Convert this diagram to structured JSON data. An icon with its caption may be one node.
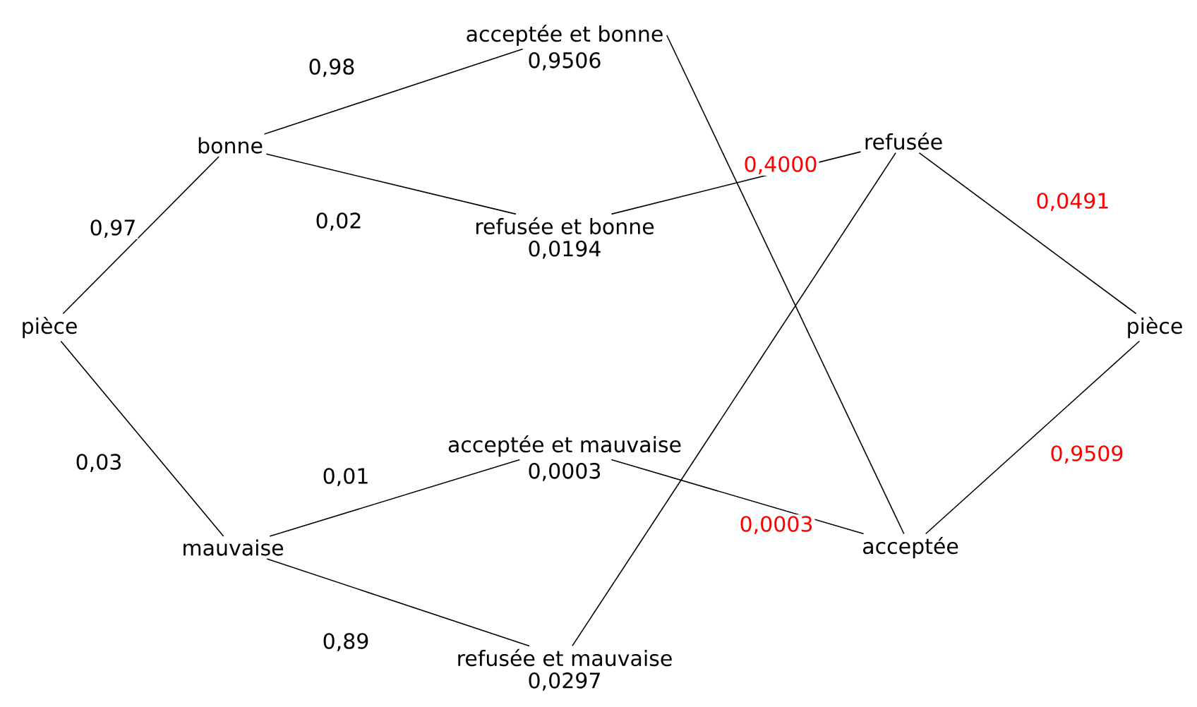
{
  "diagram": {
    "nodes": [
      {
        "text": [
          "pièce"
        ]
      },
      {
        "text": [
          "bonne"
        ]
      },
      {
        "text": [
          "mauvaise"
        ]
      },
      {
        "text": [
          "acceptée et bonne"
        ],
        "beside": [
          "0,9506"
        ]
      },
      {
        "text": [
          "refusée et bonne"
        ],
        "beside": [
          "0,0194"
        ]
      },
      {
        "text": [
          "acceptée et mauvaise"
        ],
        "beside": [
          "0,0003"
        ]
      },
      {
        "text": [
          "refusée et mauvaise"
        ],
        "beside": [
          "0,0297"
        ]
      },
      {
        "text": [
          "refusée"
        ]
      },
      {
        "text": [
          "acceptée"
        ]
      },
      {
        "text": [
          "pièce"
        ]
      }
    ],
    "edges": [
      {
        "from": 0,
        "to": 1,
        "arrow": "none",
        "label": "0,97"
      },
      {
        "from": 0,
        "to": 2,
        "arrow": "none",
        "label": "0,03"
      },
      {
        "from": 1,
        "to": 3,
        "arrow": "none",
        "label": "0,98"
      },
      {
        "from": 1,
        "to": 4,
        "arrow": "none",
        "label": "0,02"
      },
      {
        "from": 2,
        "to": 5,
        "arrow": "none",
        "label": "0,01"
      },
      {
        "from": 2,
        "to": 6,
        "arrow": "none",
        "label": "0,89"
      },
      {
        "from": 4,
        "to": 7,
        "arrow": "none",
        "label": "0,4000"
      },
      {
        "from": 3,
        "to": 8,
        "arrow": "none"
      },
      {
        "from": 5,
        "to": 8,
        "arrow": "none",
        "label": "0,0003"
      },
      {
        "from": 6,
        "to": 7,
        "arrow": "none"
      },
      {
        "from": 7,
        "to": 9,
        "arrow": "none",
        "label": "0,0491"
      },
      {
        "from": 8,
        "to": 9,
        "arrow": "none",
        "label": "0,9509"
      }
    ]
  }
}
